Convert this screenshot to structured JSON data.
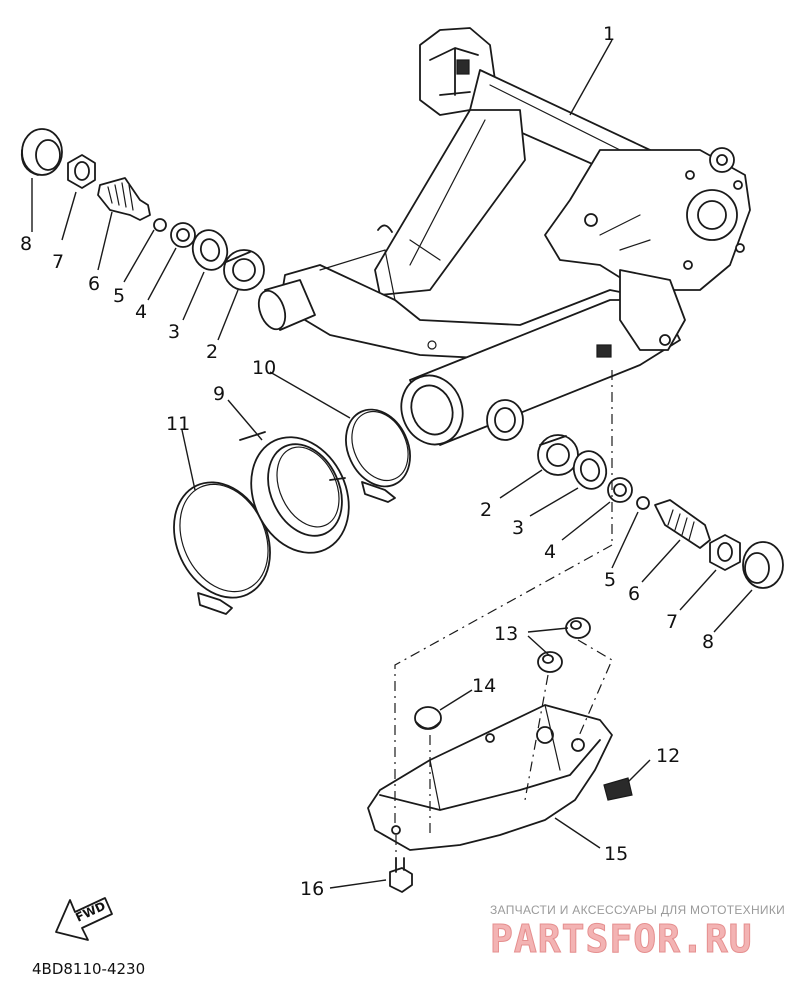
{
  "diagram": {
    "part_code": "4BD8110-4230",
    "direction_label": "FWD",
    "callouts": [
      {
        "id": "c1",
        "number": "1"
      },
      {
        "id": "c2a",
        "number": "2"
      },
      {
        "id": "c3a",
        "number": "3"
      },
      {
        "id": "c4a",
        "number": "4"
      },
      {
        "id": "c5a",
        "number": "5"
      },
      {
        "id": "c6a",
        "number": "6"
      },
      {
        "id": "c7a",
        "number": "7"
      },
      {
        "id": "c8a",
        "number": "8"
      },
      {
        "id": "c2b",
        "number": "2"
      },
      {
        "id": "c3b",
        "number": "3"
      },
      {
        "id": "c4b",
        "number": "4"
      },
      {
        "id": "c5b",
        "number": "5"
      },
      {
        "id": "c6b",
        "number": "6"
      },
      {
        "id": "c7b",
        "number": "7"
      },
      {
        "id": "c8b",
        "number": "8"
      },
      {
        "id": "c9",
        "number": "9"
      },
      {
        "id": "c10",
        "number": "10"
      },
      {
        "id": "c11",
        "number": "11"
      },
      {
        "id": "c12",
        "number": "12"
      },
      {
        "id": "c13",
        "number": "13"
      },
      {
        "id": "c14",
        "number": "14"
      },
      {
        "id": "c15",
        "number": "15"
      },
      {
        "id": "c16",
        "number": "16"
      }
    ]
  },
  "watermark": {
    "tagline": "ЗАПЧАСТИ И АКСЕССУАРЫ ДЛЯ МОТОТЕХНИКИ",
    "brand": "PARTSFOR.RU"
  }
}
